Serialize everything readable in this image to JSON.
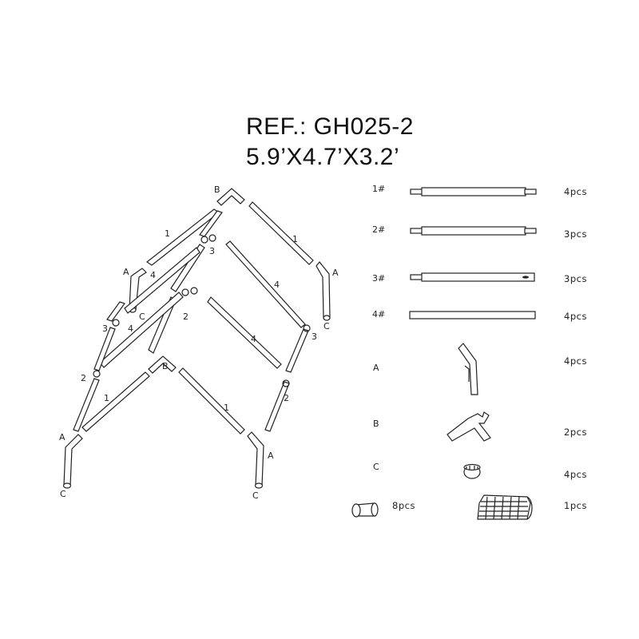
{
  "title": {
    "ref": "REF.: GH025-2",
    "dimensions": "5.9’X4.7’X3.2’"
  },
  "frame_labels": {
    "a": "A",
    "b": "B",
    "c": "C",
    "p1": "1",
    "p2": "2",
    "p3": "3",
    "p4": "4"
  },
  "parts": [
    {
      "id": "1#",
      "qty": "4pcs"
    },
    {
      "id": "2#",
      "qty": "3pcs"
    },
    {
      "id": "3#",
      "qty": "3pcs"
    },
    {
      "id": "4#",
      "qty": "4pcs"
    },
    {
      "id": "A",
      "qty": "4pcs"
    },
    {
      "id": "B",
      "qty": "2pcs"
    },
    {
      "id": "C",
      "qty": "4pcs"
    }
  ],
  "accessories": [
    {
      "icon": "clip-icon",
      "qty": "8pcs"
    },
    {
      "icon": "cover-icon",
      "qty": "1pcs"
    }
  ]
}
